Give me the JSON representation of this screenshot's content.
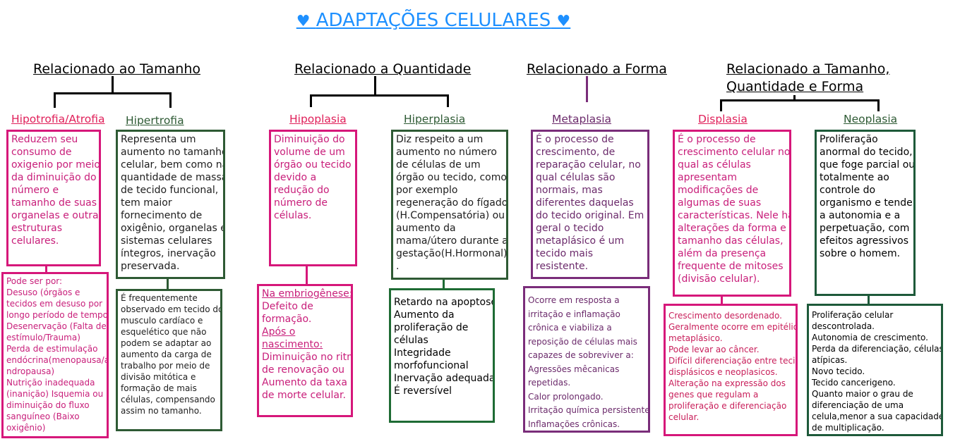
{
  "title": {
    "heart": "♥",
    "text": "ADAPTAÇÕES CELULARES"
  },
  "headings": {
    "tamanho": "Relacionado ao Tamanho",
    "quantidade": "Relacionado a Quantidade",
    "forma": "Relacionado a Forma",
    "todos_1": "Relacionado a Tamanho,",
    "todos_2": "Quantidade e Forma"
  },
  "colors": {
    "pink": "#d6177a",
    "green": "#2e5a34",
    "purple": "#7a2d7a",
    "blue": "#1e90ff"
  },
  "types": {
    "hipotrofia": {
      "label": "Hipotrofia/Atrofia",
      "definition": [
        "Reduzem seu",
        "consumo de",
        "oxigenio por meio",
        "da diminuição do",
        "número e",
        "tamanho de suas",
        "organelas e outras",
        "estruturas",
        "celulares."
      ],
      "details": [
        "Pode ser por:",
        "Desuso (órgãos e",
        "tecidos em desuso por",
        "longo período de tempo)",
        "Desenervação (Falta de",
        "estímulo/Trauma)",
        "Perda de estimulação",
        "endócrina(menopausa/a",
        "ndropausa)",
        "Nutrição inadequada",
        "(inanição) Isquemia ou",
        "diminuição do fluxo",
        "sanguíneo (Baixo",
        "oxigênio)"
      ]
    },
    "hipertrofia": {
      "label": "Hipertrofia",
      "definition": [
        "Representa um",
        "aumento no tamanho",
        "celular, bem como na",
        "quantidade de massa",
        "de tecido funcional,",
        "tem maior",
        "fornecimento de",
        "oxigênio, organelas e",
        "sistemas celulares",
        "íntegros, inervação",
        "preservada."
      ],
      "details": [
        "É frequentemente",
        "observado em tecido do",
        "musculo cardíaco e",
        "esquelético que não",
        "podem se adaptar ao",
        "aumento da carga de",
        "trabalho por meio de",
        "divisão mitótica e",
        "formação de mais",
        "células, compensando",
        "assim no tamanho."
      ]
    },
    "hipoplasia": {
      "label": "Hipoplasia",
      "definition": [
        "Diminuição do",
        "volume de um",
        "órgão ou tecido",
        "devido a",
        "redução do",
        "número de",
        "células."
      ],
      "details_head1": "Na embriogênese:",
      "details_1": [
        "Defeito de",
        "formação."
      ],
      "details_head2_1": "Após o",
      "details_head2_2": "nascimento:",
      "details_2": [
        "Diminuição no ritmo",
        "de renovação ou",
        "Aumento da taxa",
        "de morte celular."
      ]
    },
    "hiperplasia": {
      "label": "Hiperplasia",
      "definition": [
        "Diz respeito a um",
        "aumento no número",
        "de células de um",
        "órgão ou tecido, como",
        "por exemplo",
        "regeneração do fígado",
        "(H.Compensatória) ou",
        "aumento da",
        "mama/útero durante a",
        "gestação(H.Hormonal)",
        "."
      ],
      "details": [
        "Retardo na apoptose",
        "Aumento da",
        "proliferação de",
        "células",
        "Integridade",
        "morfofuncional",
        "Inervação adequada",
        "É reversível"
      ]
    },
    "metaplasia": {
      "label": "Metaplasia",
      "definition": [
        " É o processo de",
        "crescimento, de",
        "reparação celular, no",
        "qual células são",
        "normais, mas",
        "diferentes daquelas",
        "do tecido original. Em",
        "geral o tecido",
        "metaplásico é um",
        "tecido mais",
        "resistente."
      ],
      "details": [
        "Ocorre em resposta a",
        "irritação e inflamação",
        "crônica e viabiliza a",
        "reposição de células mais",
        "capazes de sobreviver a:",
        "Agressões mêcanicas",
        "repetidas.",
        "Calor prolongado.",
        "Irritação química persistente.",
        "Inflamações crônicas."
      ]
    },
    "displasia": {
      "label": "Displasia",
      "definition": [
        "É o processo de",
        "crescimento celular no",
        "qual as células",
        "apresentam",
        "modificações de",
        "algumas de suas",
        "características. Nele há",
        "alterações da forma e",
        "tamanho das células,",
        "além da presença",
        "frequente de mitoses",
        "(divisão celular)."
      ],
      "details": [
        "Crescimento desordenado.",
        "Geralmente ocorre em epitélio",
        "metaplásico.",
        "Pode levar ao câncer.",
        "Difícil diferenciação entre tecido",
        "displásicos e neoplasicos.",
        "Alteração na expressão dos",
        "genes que regulam a",
        "proliferação e diferenciação",
        "celular."
      ]
    },
    "neoplasia": {
      "label": "Neoplasia",
      "definition": [
        "Proliferação",
        "anormal do tecido,",
        "que foge parcial ou",
        "totalmente ao",
        "controle do",
        "organismo e tende",
        "a autonomia e a",
        "perpetuação, com",
        "efeitos agressivos",
        "sobre o homem."
      ],
      "details": [
        "Proliferação celular",
        "descontrolada.",
        "Autonomia de crescimento.",
        "Perda da diferenciação, células",
        "atípicas.",
        "Novo tecido.",
        "Tecido cancerigeno.",
        "Quanto maior o grau de",
        "diferenciação de uma",
        "celula,menor a sua capacidade",
        "de multiplicação."
      ]
    }
  }
}
